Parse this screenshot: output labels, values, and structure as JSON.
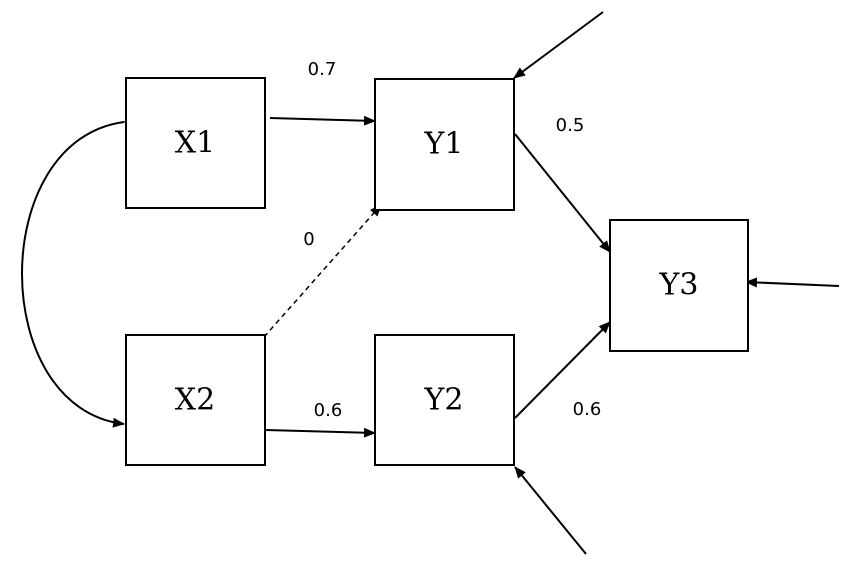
{
  "nodes": {
    "x1": "X1",
    "x2": "X2",
    "y1": "Y1",
    "y2": "Y2",
    "y3": "Y3"
  },
  "paths": {
    "x1_y1": "0.7",
    "x2_y1": "0",
    "x2_y2": "0.6",
    "y1_y3": "0.5",
    "y2_y3": "0.6"
  },
  "colors": {
    "stroke": "#000000",
    "background": "#ffffff"
  }
}
